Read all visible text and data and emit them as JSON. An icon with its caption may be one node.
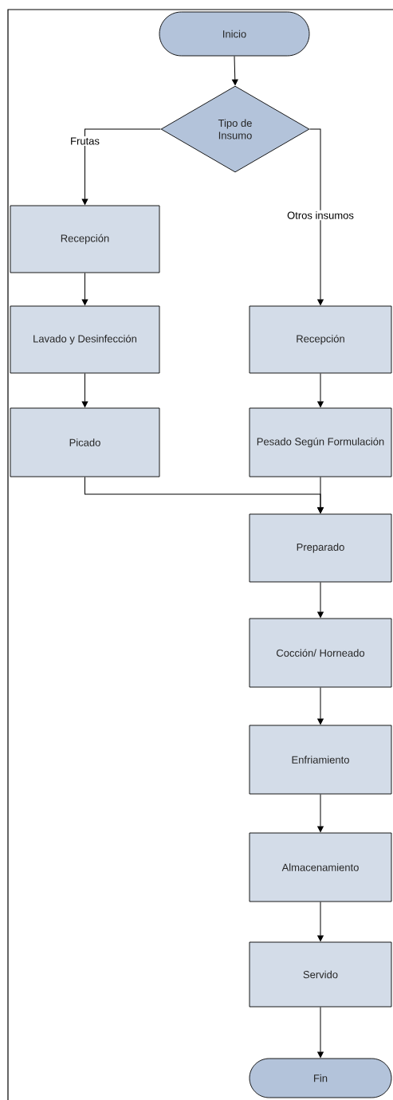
{
  "diagram": {
    "nodes": [
      {
        "text": [
          "Inicio"
        ]
      },
      {
        "text": [
          "Tipo de Insumo"
        ]
      },
      {
        "text": [
          "Recepción"
        ]
      },
      {
        "text": [
          "Lavado y Desinfección"
        ]
      },
      {
        "text": [
          "Picado"
        ]
      },
      {
        "text": [
          "Recepción"
        ]
      },
      {
        "text": [
          "Pesado Según Formulación"
        ]
      },
      {
        "text": [
          "Preparado"
        ]
      },
      {
        "text": [
          "Cocción/ Horneado"
        ]
      },
      {
        "text": [
          "Enfriamiento"
        ]
      },
      {
        "text": [
          "Almacenamiento"
        ]
      },
      {
        "text": [
          "Servido"
        ]
      },
      {
        "text": [
          "Fin"
        ]
      }
    ],
    "edges": [
      {
        "from": 0,
        "to": 1,
        "arrow": "to"
      },
      {
        "from": 1,
        "to": 2,
        "arrow": "to",
        "label": "Frutas"
      },
      {
        "from": 1,
        "to": 5,
        "arrow": "to",
        "label": "Otros insumos"
      },
      {
        "from": 2,
        "to": 3,
        "arrow": "to"
      },
      {
        "from": 3,
        "to": 4,
        "arrow": "to"
      },
      {
        "from": 5,
        "to": 6,
        "arrow": "to"
      },
      {
        "from": 4,
        "to": 7,
        "arrow": "to"
      },
      {
        "from": 6,
        "to": 7,
        "arrow": "to"
      },
      {
        "from": 7,
        "to": 8,
        "arrow": "to"
      },
      {
        "from": 8,
        "to": 9,
        "arrow": "to"
      },
      {
        "from": 9,
        "to": 10,
        "arrow": "to"
      },
      {
        "from": 10,
        "to": 11,
        "arrow": "to"
      },
      {
        "from": 11,
        "to": 12,
        "arrow": "to"
      }
    ]
  }
}
